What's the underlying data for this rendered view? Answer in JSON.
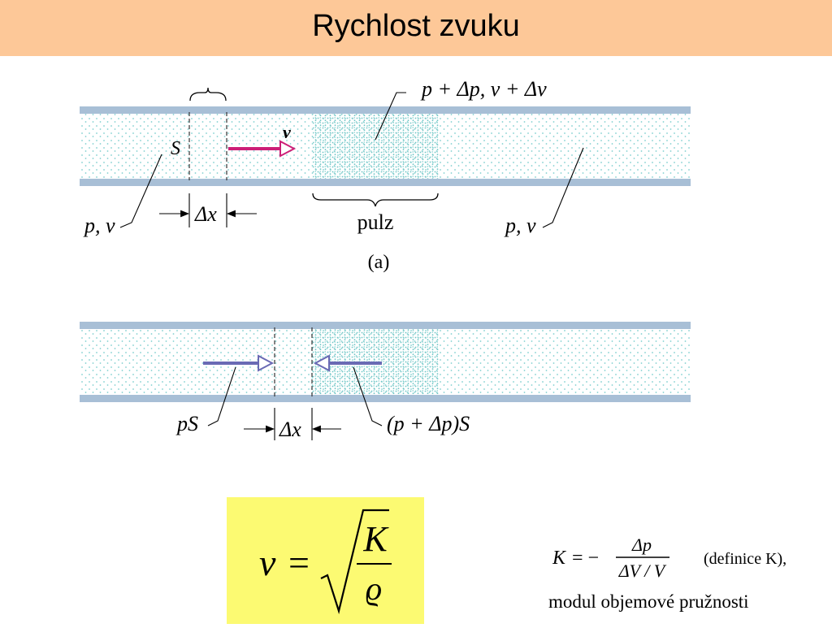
{
  "title": "Rychlost zvuku",
  "diagram_a": {
    "label_S": "S",
    "label_v": "v",
    "label_top_right": "p + Δp, v + Δv",
    "label_left": "p, v",
    "label_dx": "Δx",
    "label_pulse": "pulz",
    "label_right": "p, v",
    "caption": "(a)"
  },
  "diagram_b": {
    "label_pS": "pS",
    "label_dx": "Δx",
    "label_force_right": "(p + Δp)S"
  },
  "formula": {
    "lhs": "v",
    "equals": "=",
    "numerator": "K",
    "denominator": "ϱ"
  },
  "definition": {
    "K": "K",
    "equals": "= −",
    "numerator": "Δp",
    "denominator": "ΔV / V",
    "note": "(definice K),",
    "caption": "modul objemové pružnosti"
  },
  "colors": {
    "title_bg": "#fdc898",
    "tube_wall": "#a8bfd6",
    "dots": "#7fcfcf",
    "velocity_arrow": "#cc1f77",
    "force_arrow": "#6a6ab4",
    "formula_bg": "#fcfa72"
  }
}
